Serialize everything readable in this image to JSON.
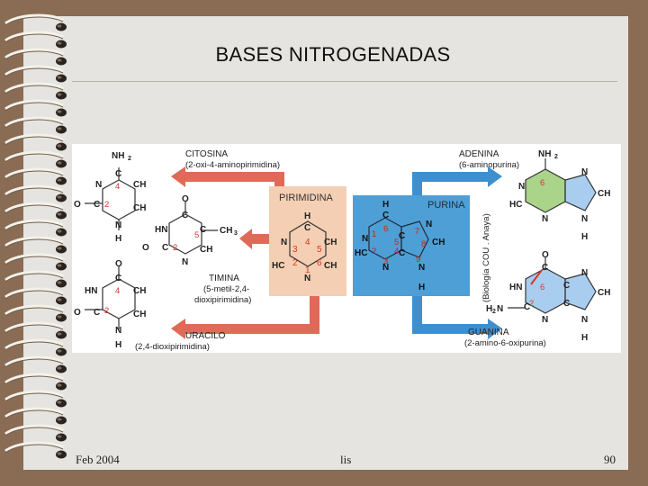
{
  "slide": {
    "title": "BASES NITROGENADAS",
    "footer_date": "Feb 2004",
    "footer_center": "lis",
    "page_number": "90"
  },
  "figure": {
    "credit": "(Biología COU . Anaya)",
    "pyrimidine_label": "PIRIMIDINA",
    "purine_label": "PURINA",
    "cytosine": {
      "name": "CITOSINA",
      "iupac": "(2-oxi-4-aminopirimidina)"
    },
    "thymine": {
      "name": "TIMINA",
      "iupac1": "(5-metil-2,4-",
      "iupac2": "dioxipirimidina)"
    },
    "uracil": {
      "name": "URACILO",
      "iupac": "(2,4-dioxipirimidina)"
    },
    "adenine": {
      "name": "ADENINA",
      "iupac": "(6-aminopurina)"
    },
    "guanine": {
      "name": "GUANINA",
      "iupac": "(2-amino-6-oxipurina)"
    },
    "atoms": {
      "N": "N",
      "H": "H",
      "C": "C",
      "O": "O",
      "CH": "CH",
      "HC": "HC",
      "HN": "HN",
      "NH": "NH",
      "CH3": "CH",
      "sub3": "3",
      "NH2": "NH",
      "sub2": "2",
      "H2N": "H",
      "H2N_rest": "N"
    },
    "ring_numbers": {
      "n1": "1",
      "n2": "2",
      "n3": "3",
      "n4": "4",
      "n5": "5",
      "n6": "6",
      "n7": "7",
      "n8": "8",
      "n9": "9"
    }
  },
  "colors": {
    "pyrimidine_fill": "#f4cfb3",
    "purine_fill": "#4e9fd6",
    "arrow_red": "#e06a58",
    "arrow_blue": "#3f8fcf",
    "adenine_green": "#aad48a",
    "guanine_blue": "#a9cdef",
    "ring_number": "#d23a2a"
  }
}
